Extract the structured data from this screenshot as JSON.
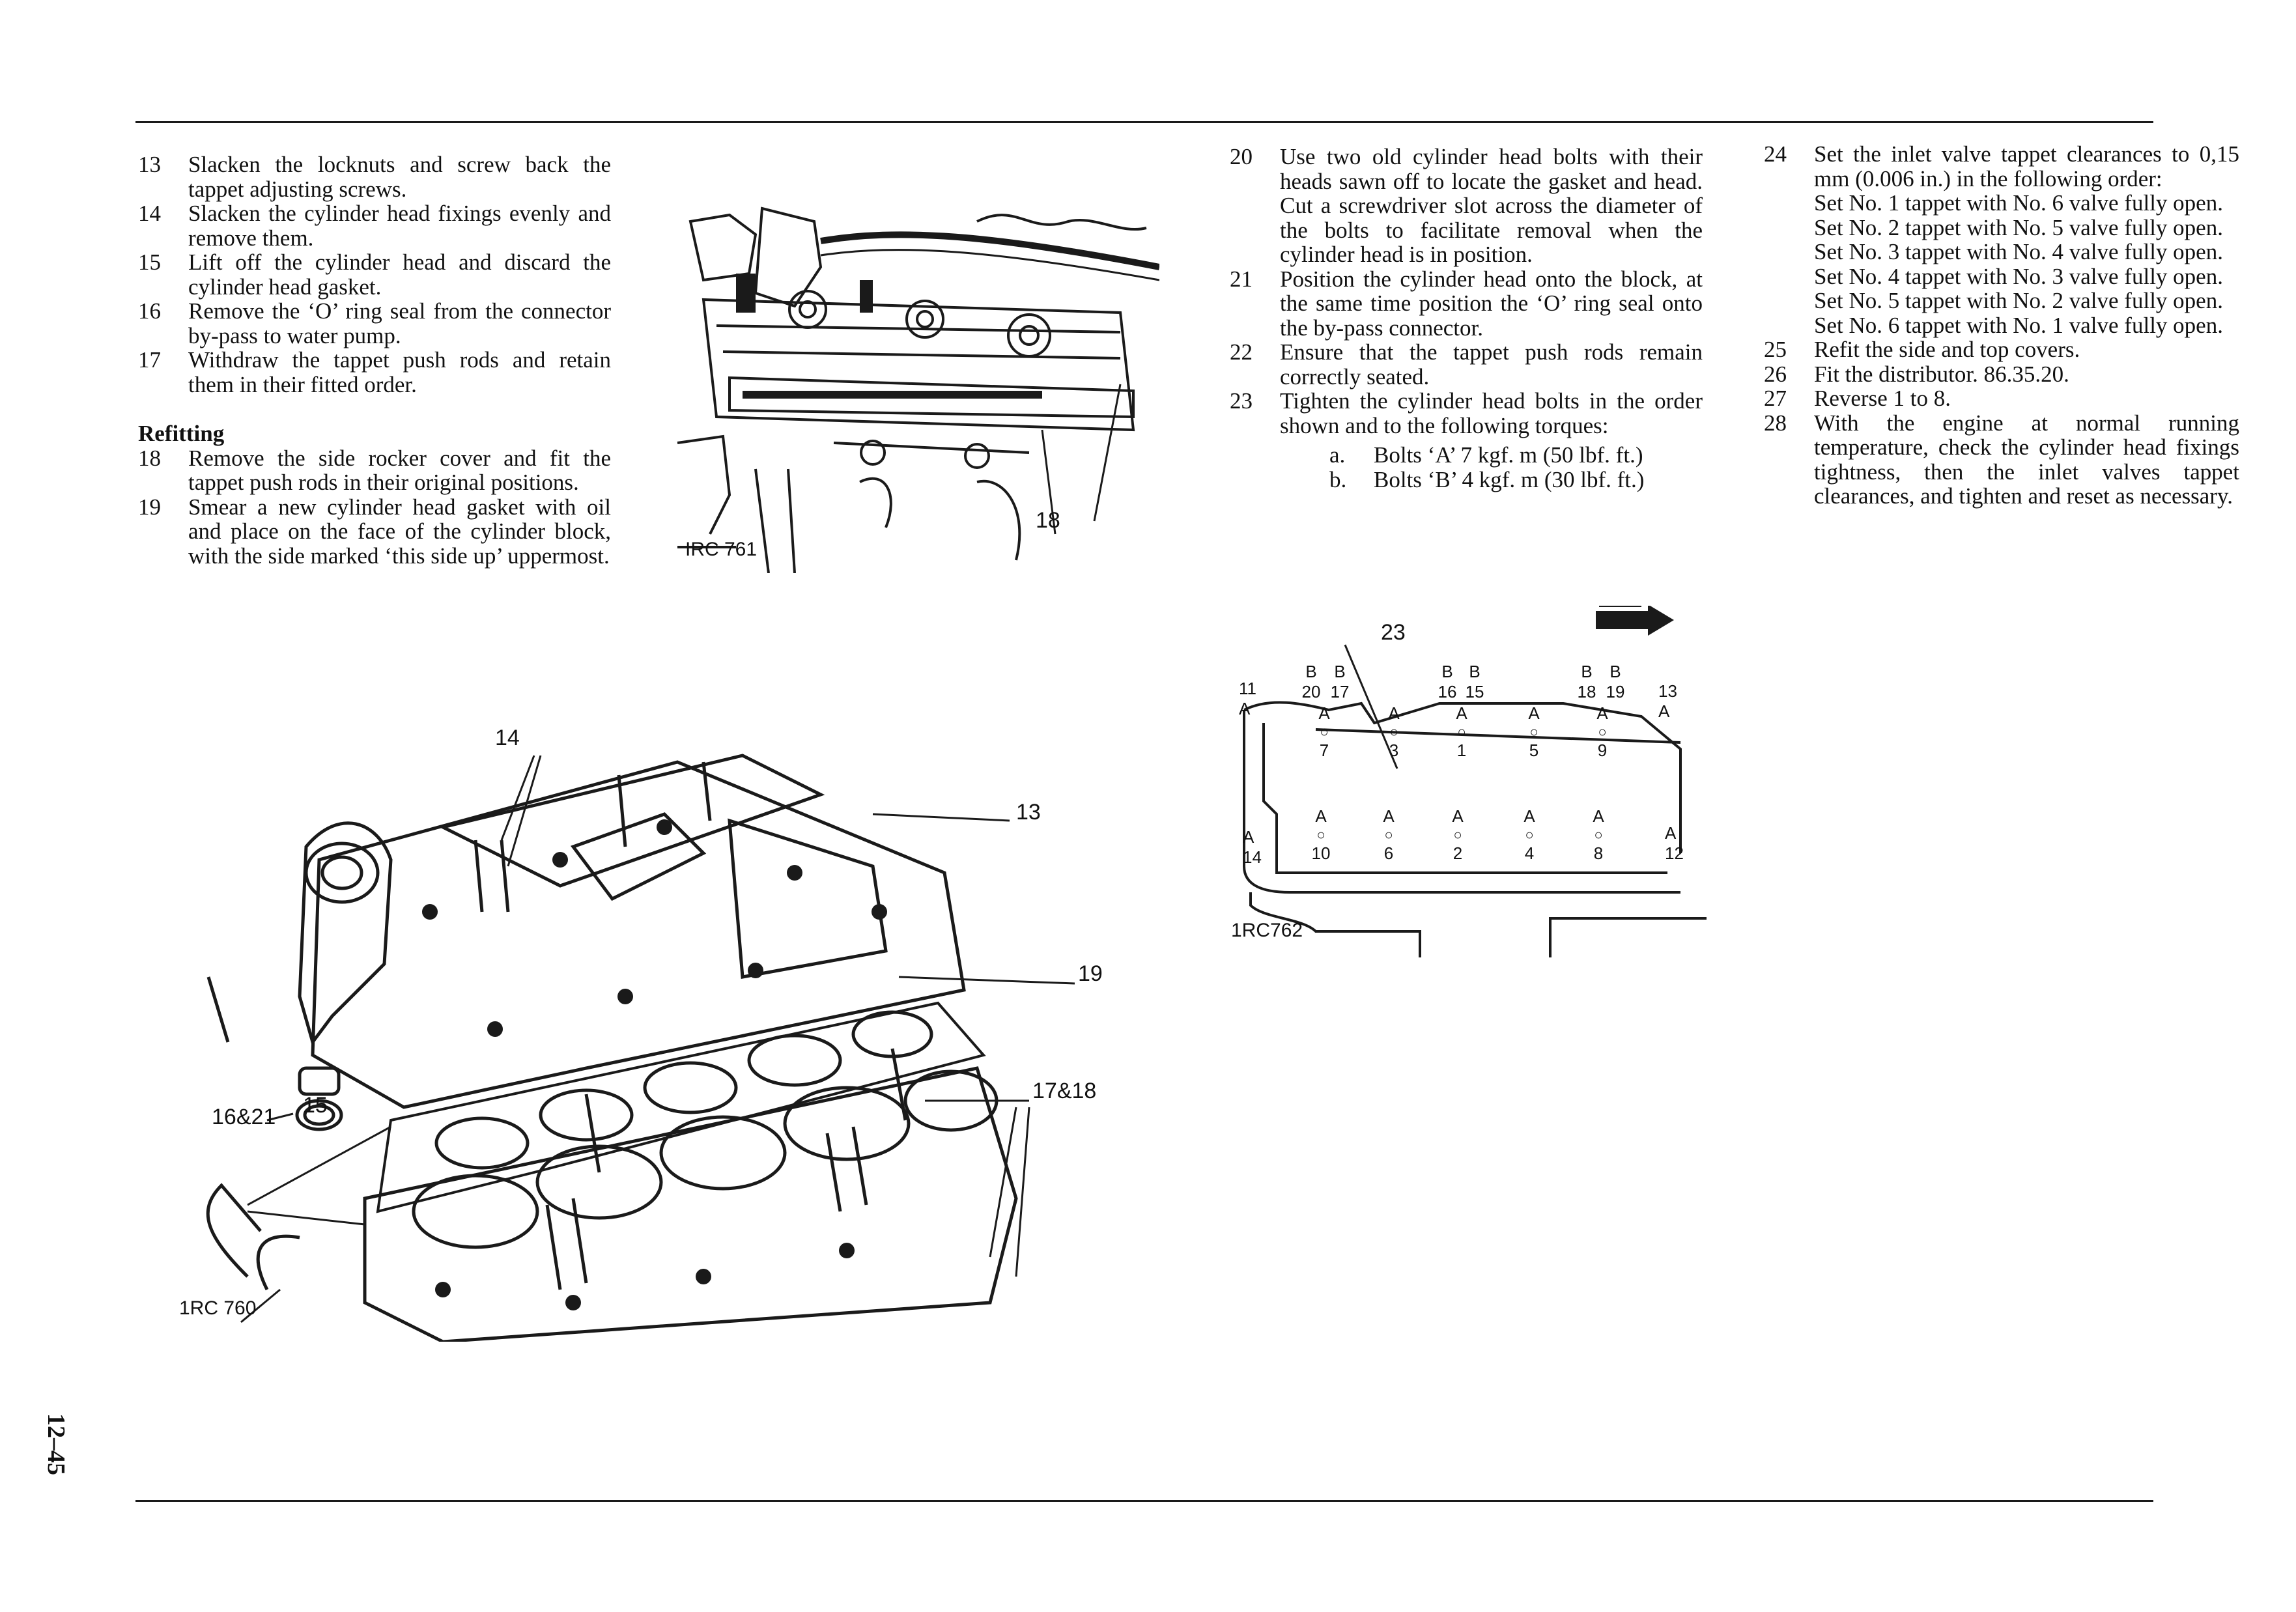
{
  "left_column": {
    "steps": [
      {
        "num": "13",
        "text": "Slacken the locknuts and screw back the tappet adjusting screws."
      },
      {
        "num": "14",
        "text": "Slacken the cylinder head fixings evenly and remove them."
      },
      {
        "num": "15",
        "text": "Lift off the cylinder head and discard the cylinder head gasket."
      },
      {
        "num": "16",
        "text": "Remove the ‘O’ ring seal from the connector by-pass to water pump."
      },
      {
        "num": "17",
        "text": "Withdraw the tappet push rods and retain them in their fitted order."
      }
    ],
    "heading": "Refitting",
    "refit_steps": [
      {
        "num": "18",
        "text": "Remove the side rocker cover and fit the tappet push rods in their original positions."
      },
      {
        "num": "19",
        "text": "Smear a new cylinder head gasket with oil and place on the face of the cylinder block, with the side marked ‘this side up’ uppermost."
      }
    ]
  },
  "middle_column": {
    "steps": [
      {
        "num": "20",
        "text": "Use two old cylinder head bolts with their heads sawn off to locate the gasket and head. Cut a screwdriver slot across the diameter of the bolts to facilitate removal when the cylinder head is in position."
      },
      {
        "num": "21",
        "text": "Position the cylinder head onto the block, at the same time position the ‘O’ ring seal onto the by-pass connector."
      },
      {
        "num": "22",
        "text": "Ensure that the tappet push rods remain correctly seated."
      },
      {
        "num": "23",
        "text": "Tighten the cylinder head bolts in the order shown and to the following torques:"
      }
    ],
    "torques": [
      {
        "num": "a.",
        "text": "Bolts ‘A’ 7 kgf. m (50 lbf. ft.)"
      },
      {
        "num": "b.",
        "text": "Bolts ‘B’ 4 kgf. m (30 lbf. ft.)"
      }
    ]
  },
  "right_column": {
    "step24": {
      "num": "24",
      "text": "Set the inlet valve tappet clearances to 0,15 mm (0.006 in.) in the following order:"
    },
    "tappet_lines": [
      "Set No. 1 tappet with No. 6 valve fully open.",
      "Set No. 2 tappet with No. 5 valve fully open.",
      "Set No. 3 tappet with No. 4 valve fully open.",
      "Set No. 4 tappet with No. 3 valve fully open.",
      "Set No. 5 tappet with No. 2 valve fully open.",
      "Set No. 6 tappet with No. 1 valve fully open."
    ],
    "steps": [
      {
        "num": "25",
        "text": "Refit the side and top covers."
      },
      {
        "num": "26",
        "text": "Fit the distributor. 86.35.20."
      },
      {
        "num": "27",
        "text": "Reverse 1 to 8."
      },
      {
        "num": "28",
        "text": "With the engine at normal running temperature, check the cylinder head fixings tightness, then the inlet valves tappet clearances, and tighten and reset as necessary."
      }
    ]
  },
  "figures": {
    "fig761": {
      "code": "IRC 761",
      "callout": "18"
    },
    "fig760": {
      "code": "1RC 760",
      "callouts": [
        "14",
        "13",
        "19",
        "16&21",
        "15",
        "17&18"
      ]
    },
    "fig762": {
      "code": "1RC762",
      "callout": "23",
      "top_bolts": [
        {
          "letter": "B",
          "num": "20"
        },
        {
          "letter": "B",
          "num": "17"
        },
        {
          "letter": "B",
          "num": "16"
        },
        {
          "letter": "B",
          "num": "15"
        },
        {
          "letter": "B",
          "num": "18"
        },
        {
          "letter": "B",
          "num": "19"
        }
      ],
      "mid_bolts": [
        {
          "letter": "A",
          "num": "7"
        },
        {
          "letter": "A",
          "num": "3"
        },
        {
          "letter": "A",
          "num": "1"
        },
        {
          "letter": "A",
          "num": "5"
        },
        {
          "letter": "A",
          "num": "9"
        }
      ],
      "bottom_bolts": [
        {
          "letter": "A",
          "num": "10"
        },
        {
          "letter": "A",
          "num": "6"
        },
        {
          "letter": "A",
          "num": "2"
        },
        {
          "letter": "A",
          "num": "4"
        },
        {
          "letter": "A",
          "num": "8"
        }
      ],
      "corner_labels": {
        "tl": "11",
        "tr": "13",
        "bl": "14",
        "br": "12",
        "tl_letter": "A",
        "tr_letter": "A",
        "bl_letter": "A",
        "br_letter": "A"
      }
    }
  },
  "page_number": "12–45"
}
